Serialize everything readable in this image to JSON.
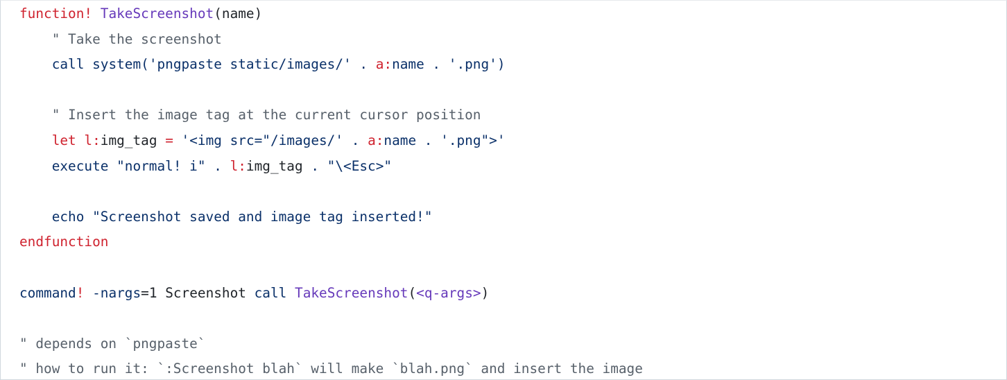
{
  "code_block": {
    "language": "vim",
    "colors": {
      "keyword": "#cf222e",
      "function": "#6639ba",
      "builtin": "#0a3069",
      "string": "#0a3069",
      "comment": "#57606a",
      "plain": "#1f2328",
      "number": "#0550ae",
      "border": "#d0d7de"
    },
    "lines": [
      [
        {
          "t": "keyword",
          "v": "function!"
        },
        {
          "t": "plain",
          "v": " "
        },
        {
          "t": "function",
          "v": "TakeScreenshot"
        },
        {
          "t": "plain",
          "v": "(name)"
        }
      ],
      [
        {
          "t": "plain",
          "v": "    "
        },
        {
          "t": "comment",
          "v": "\" Take the screenshot"
        }
      ],
      [
        {
          "t": "plain",
          "v": "    "
        },
        {
          "t": "builtin",
          "v": "call"
        },
        {
          "t": "plain",
          "v": " "
        },
        {
          "t": "builtin",
          "v": "system"
        },
        {
          "t": "string",
          "v": "('pngpaste static/images/' . "
        },
        {
          "t": "keyword",
          "v": "a:"
        },
        {
          "t": "string",
          "v": "name . '.png')"
        }
      ],
      [],
      [
        {
          "t": "plain",
          "v": "    "
        },
        {
          "t": "comment",
          "v": "\" Insert the image tag at the current cursor position"
        }
      ],
      [
        {
          "t": "plain",
          "v": "    "
        },
        {
          "t": "keyword",
          "v": "let"
        },
        {
          "t": "plain",
          "v": " "
        },
        {
          "t": "keyword",
          "v": "l:"
        },
        {
          "t": "plain",
          "v": "img_tag "
        },
        {
          "t": "keyword",
          "v": "="
        },
        {
          "t": "string",
          "v": " '<img src=\"/images/' . "
        },
        {
          "t": "keyword",
          "v": "a:"
        },
        {
          "t": "string",
          "v": "name . '.png\">'"
        }
      ],
      [
        {
          "t": "plain",
          "v": "    "
        },
        {
          "t": "builtin",
          "v": "execute"
        },
        {
          "t": "string",
          "v": " \"normal! i\" . "
        },
        {
          "t": "keyword",
          "v": "l:"
        },
        {
          "t": "plain",
          "v": "img_tag"
        },
        {
          "t": "string",
          "v": " . \"\\<Esc>\""
        }
      ],
      [],
      [
        {
          "t": "plain",
          "v": "    "
        },
        {
          "t": "builtin",
          "v": "echo"
        },
        {
          "t": "string",
          "v": " \"Screenshot saved and image tag inserted!\""
        }
      ],
      [
        {
          "t": "keyword",
          "v": "endfunction"
        }
      ],
      [],
      [
        {
          "t": "builtin",
          "v": "command"
        },
        {
          "t": "keyword",
          "v": "!"
        },
        {
          "t": "plain",
          "v": " "
        },
        {
          "t": "builtin",
          "v": "-nargs"
        },
        {
          "t": "plain",
          "v": "="
        },
        {
          "t": "plain",
          "v": "1"
        },
        {
          "t": "plain",
          "v": " Screenshot "
        },
        {
          "t": "builtin",
          "v": "call"
        },
        {
          "t": "plain",
          "v": " "
        },
        {
          "t": "function",
          "v": "TakeScreenshot"
        },
        {
          "t": "plain",
          "v": "("
        },
        {
          "t": "function",
          "v": "<q-args>"
        },
        {
          "t": "plain",
          "v": ")"
        }
      ],
      [],
      [
        {
          "t": "comment",
          "v": "\" depends on `pngpaste`"
        }
      ],
      [
        {
          "t": "comment",
          "v": "\" how to run it: `:Screenshot blah` will make `blah.png` and insert the image"
        }
      ]
    ]
  }
}
